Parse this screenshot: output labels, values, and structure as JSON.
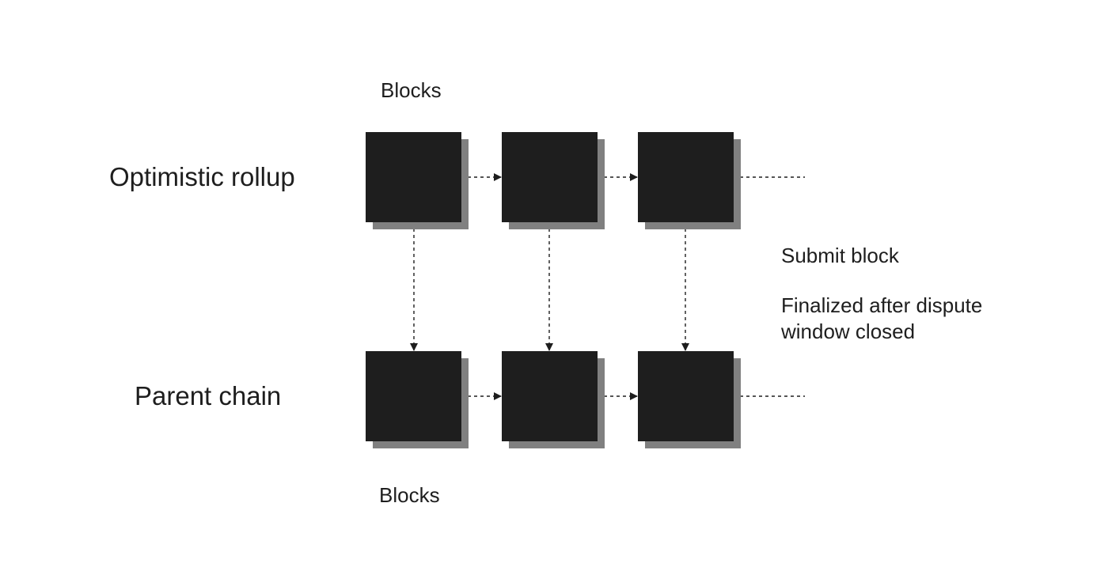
{
  "diagram": {
    "rows": [
      {
        "label": "Optimistic rollup",
        "caption": "Blocks",
        "block_count": 3
      },
      {
        "label": "Parent chain",
        "caption": "Blocks",
        "block_count": 3
      }
    ],
    "notes": {
      "submit": "Submit block",
      "finalized": "Finalized after dispute window closed"
    },
    "colors": {
      "block_fill": "#1e1e1e",
      "block_shadow": "#808080",
      "line": "#1e1e1e"
    }
  }
}
